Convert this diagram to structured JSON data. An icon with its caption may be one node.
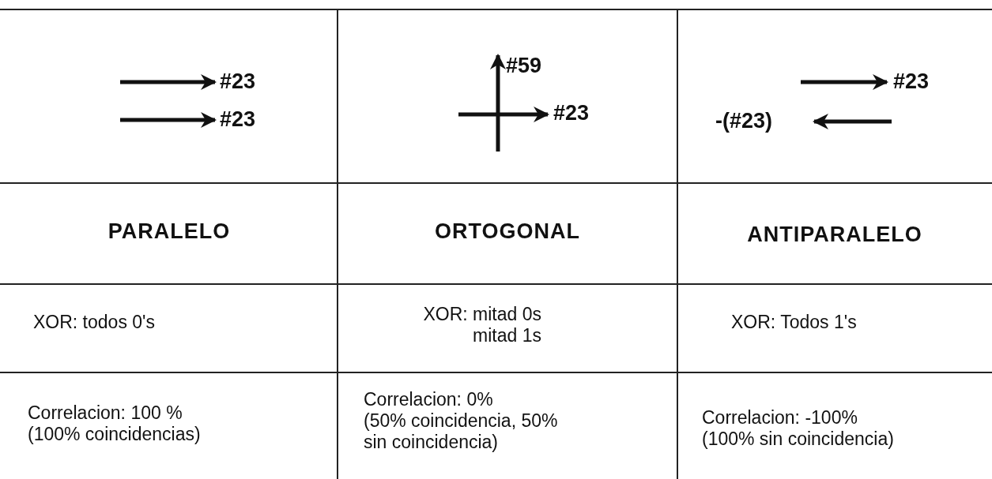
{
  "diagram": {
    "labels": [
      "#23",
      "#23",
      "#59",
      "#23",
      "#23",
      "-(#23)",
      "PARALELO",
      "ORTOGONAL",
      "ANTIPARALELO",
      "XOR: todos 0's",
      "XOR:  mitad 0s mitad 1s",
      "XOR: Todos 1's",
      "Correlacion: 100 %",
      "(100% coincidencias)",
      "Correlacion: 0%",
      "(50% coincidencia, 50% sin coincidencia)",
      "Correlacion: -100%",
      "(100% sin coincidencia)"
    ]
  }
}
